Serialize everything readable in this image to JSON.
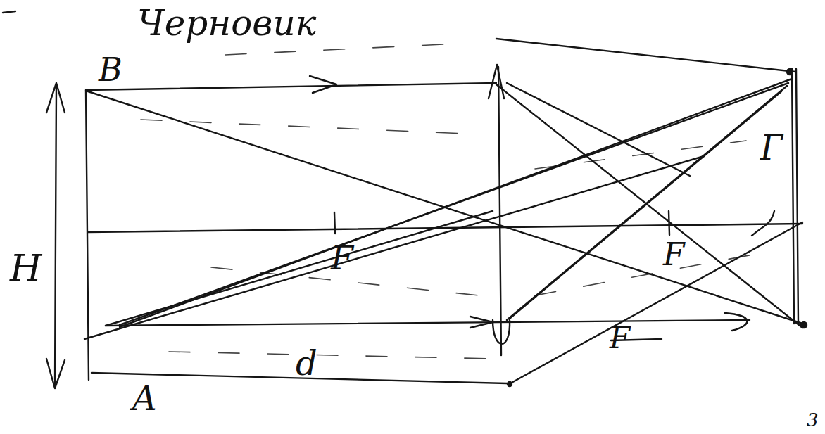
{
  "diagram": {
    "title": "Черновик",
    "labels": [
      "B",
      "A",
      "H",
      "d",
      "F",
      "F",
      "F",
      "Г",
      "3"
    ]
  }
}
